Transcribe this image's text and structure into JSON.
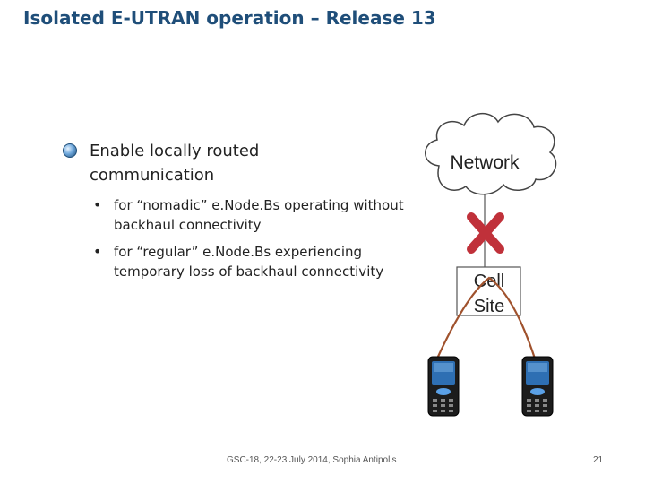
{
  "slide": {
    "title": "Isolated E-UTRAN operation – Release 13",
    "bullet_main": "Enable locally routed communication",
    "sub_bullets": [
      "for “nomadic” e.Node.Bs operating without backhaul connectivity",
      "for “regular” e.Node.Bs experiencing temporary loss of backhaul connectivity"
    ]
  },
  "diagram": {
    "network_label": "Network",
    "cell_site_line1": "Cell",
    "cell_site_line2": "Site",
    "broken_link_color": "#C0313A",
    "radio_link_color": "#A0522D",
    "icons": [
      "cloud-icon",
      "broken-link-x-icon",
      "mobile-phone-icon"
    ]
  },
  "footer": {
    "text": "GSC-18, 22-23 July 2014, Sophia Antipolis",
    "page_number": "21"
  }
}
